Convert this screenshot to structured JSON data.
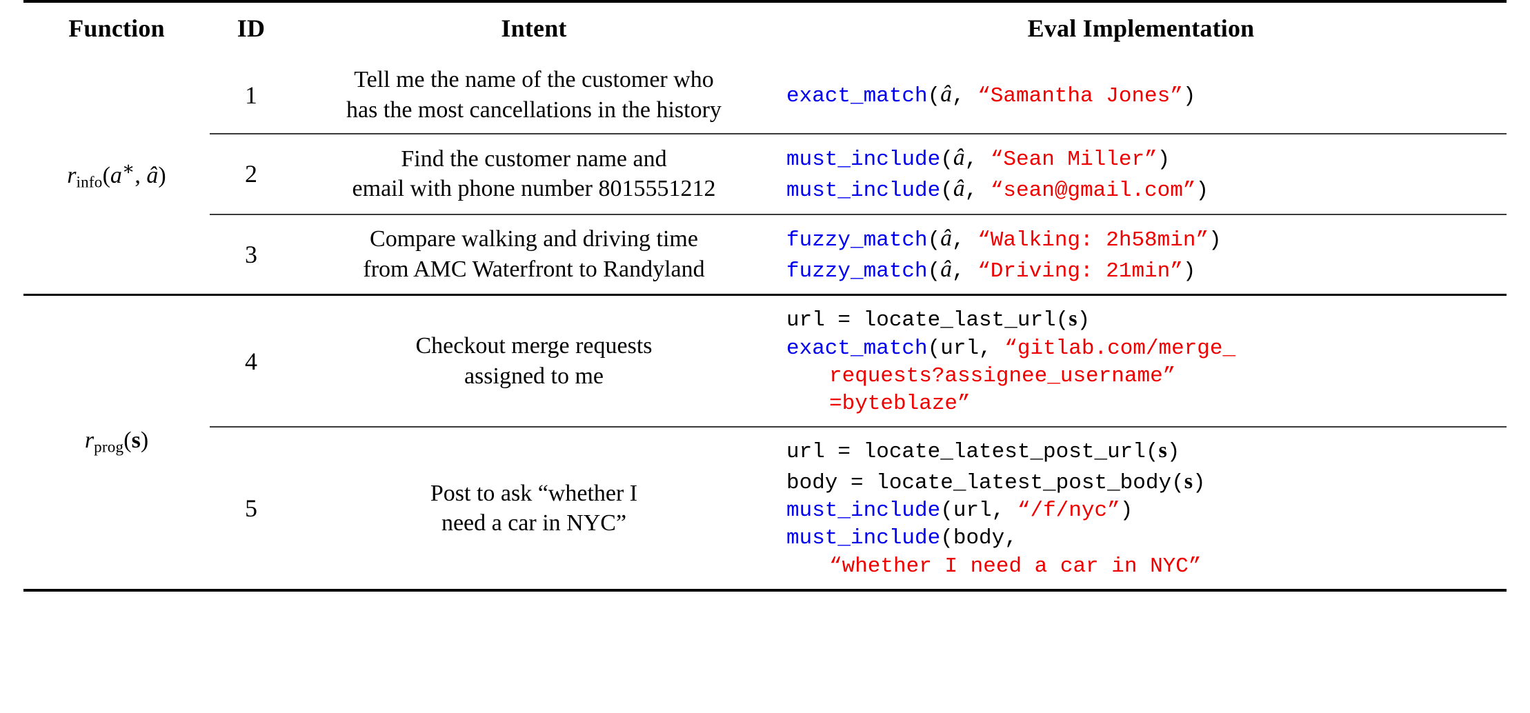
{
  "table": {
    "headers": {
      "function": "Function",
      "id": "ID",
      "intent": "Intent",
      "eval": "Eval Implementation"
    },
    "groups": [
      {
        "function_label": "r_info(a*, â)",
        "function_base": "r",
        "function_sub": "info",
        "function_args": "(a*, â)",
        "rows": [
          {
            "id": "1",
            "intent_lines": [
              "Tell me the name of the customer who",
              "has the most cancellations in the history"
            ],
            "eval_lines": [
              {
                "segments": [
                  {
                    "text": "exact_match",
                    "kind": "fn"
                  },
                  {
                    "text": "(",
                    "kind": "plain"
                  },
                  {
                    "text": "â",
                    "kind": "arg"
                  },
                  {
                    "text": ", ",
                    "kind": "plain"
                  },
                  {
                    "text": "“Samantha Jones”",
                    "kind": "str"
                  },
                  {
                    "text": ")",
                    "kind": "plain"
                  }
                ]
              }
            ]
          },
          {
            "id": "2",
            "intent_lines": [
              "Find the customer name and",
              "email with phone number 8015551212"
            ],
            "eval_lines": [
              {
                "segments": [
                  {
                    "text": "must_include",
                    "kind": "fn"
                  },
                  {
                    "text": "(",
                    "kind": "plain"
                  },
                  {
                    "text": "â",
                    "kind": "arg"
                  },
                  {
                    "text": ", ",
                    "kind": "plain"
                  },
                  {
                    "text": "“Sean Miller”",
                    "kind": "str"
                  },
                  {
                    "text": ")",
                    "kind": "plain"
                  }
                ]
              },
              {
                "segments": [
                  {
                    "text": "must_include",
                    "kind": "fn"
                  },
                  {
                    "text": "(",
                    "kind": "plain"
                  },
                  {
                    "text": "â",
                    "kind": "arg"
                  },
                  {
                    "text": ", ",
                    "kind": "plain"
                  },
                  {
                    "text": "“sean@gmail.com”",
                    "kind": "str"
                  },
                  {
                    "text": ")",
                    "kind": "plain"
                  }
                ]
              }
            ]
          },
          {
            "id": "3",
            "intent_lines": [
              "Compare walking and driving time",
              "from AMC Waterfront to Randyland"
            ],
            "eval_lines": [
              {
                "segments": [
                  {
                    "text": "fuzzy_match",
                    "kind": "fn"
                  },
                  {
                    "text": "(",
                    "kind": "plain"
                  },
                  {
                    "text": "â",
                    "kind": "arg"
                  },
                  {
                    "text": ", ",
                    "kind": "plain"
                  },
                  {
                    "text": "“Walking: 2h58min”",
                    "kind": "str"
                  },
                  {
                    "text": ")",
                    "kind": "plain"
                  }
                ]
              },
              {
                "segments": [
                  {
                    "text": "fuzzy_match",
                    "kind": "fn"
                  },
                  {
                    "text": "(",
                    "kind": "plain"
                  },
                  {
                    "text": "â",
                    "kind": "arg"
                  },
                  {
                    "text": ", ",
                    "kind": "plain"
                  },
                  {
                    "text": "“Driving: 21min”",
                    "kind": "str"
                  },
                  {
                    "text": ")",
                    "kind": "plain"
                  }
                ]
              }
            ]
          }
        ]
      },
      {
        "function_label": "r_prog(s)",
        "function_base": "r",
        "function_sub": "prog",
        "function_args": "(s)",
        "rows": [
          {
            "id": "4",
            "intent_lines": [
              "Checkout merge requests",
              "assigned to me"
            ],
            "eval_lines": [
              {
                "segments": [
                  {
                    "text": "url = locate_last_url(",
                    "kind": "plain"
                  },
                  {
                    "text": "s",
                    "kind": "sbold"
                  },
                  {
                    "text": ")",
                    "kind": "plain"
                  }
                ]
              },
              {
                "segments": [
                  {
                    "text": "exact_match",
                    "kind": "fn"
                  },
                  {
                    "text": "(url, ",
                    "kind": "plain"
                  },
                  {
                    "text": "“gitlab.com/merge_",
                    "kind": "str"
                  }
                ]
              },
              {
                "indent": true,
                "segments": [
                  {
                    "text": "requests?assignee_username”",
                    "kind": "str"
                  }
                ]
              },
              {
                "indent": true,
                "segments": [
                  {
                    "text": "=byteblaze”",
                    "kind": "str"
                  }
                ]
              }
            ]
          },
          {
            "id": "5",
            "intent_lines": [
              "Post to ask “whether I",
              "need a car in NYC”"
            ],
            "eval_lines": [
              {
                "segments": [
                  {
                    "text": "url = locate_latest_post_url(",
                    "kind": "plain"
                  },
                  {
                    "text": "s",
                    "kind": "sbold"
                  },
                  {
                    "text": ")",
                    "kind": "plain"
                  }
                ]
              },
              {
                "segments": [
                  {
                    "text": "body = locate_latest_post_body(",
                    "kind": "plain"
                  },
                  {
                    "text": "s",
                    "kind": "sbold"
                  },
                  {
                    "text": ")",
                    "kind": "plain"
                  }
                ]
              },
              {
                "segments": [
                  {
                    "text": "must_include",
                    "kind": "fn"
                  },
                  {
                    "text": "(url, ",
                    "kind": "plain"
                  },
                  {
                    "text": "“/f/nyc”",
                    "kind": "str"
                  },
                  {
                    "text": ")",
                    "kind": "plain"
                  }
                ]
              },
              {
                "segments": [
                  {
                    "text": "must_include",
                    "kind": "fn"
                  },
                  {
                    "text": "(body,",
                    "kind": "plain"
                  }
                ]
              },
              {
                "indent": true,
                "segments": [
                  {
                    "text": "“whether I need a car in NYC”",
                    "kind": "str"
                  }
                ]
              }
            ]
          }
        ]
      }
    ]
  },
  "colors": {
    "function_name": "#0000ee",
    "string_literal": "#ee0000",
    "text": "#000000",
    "rule": "#000000"
  }
}
